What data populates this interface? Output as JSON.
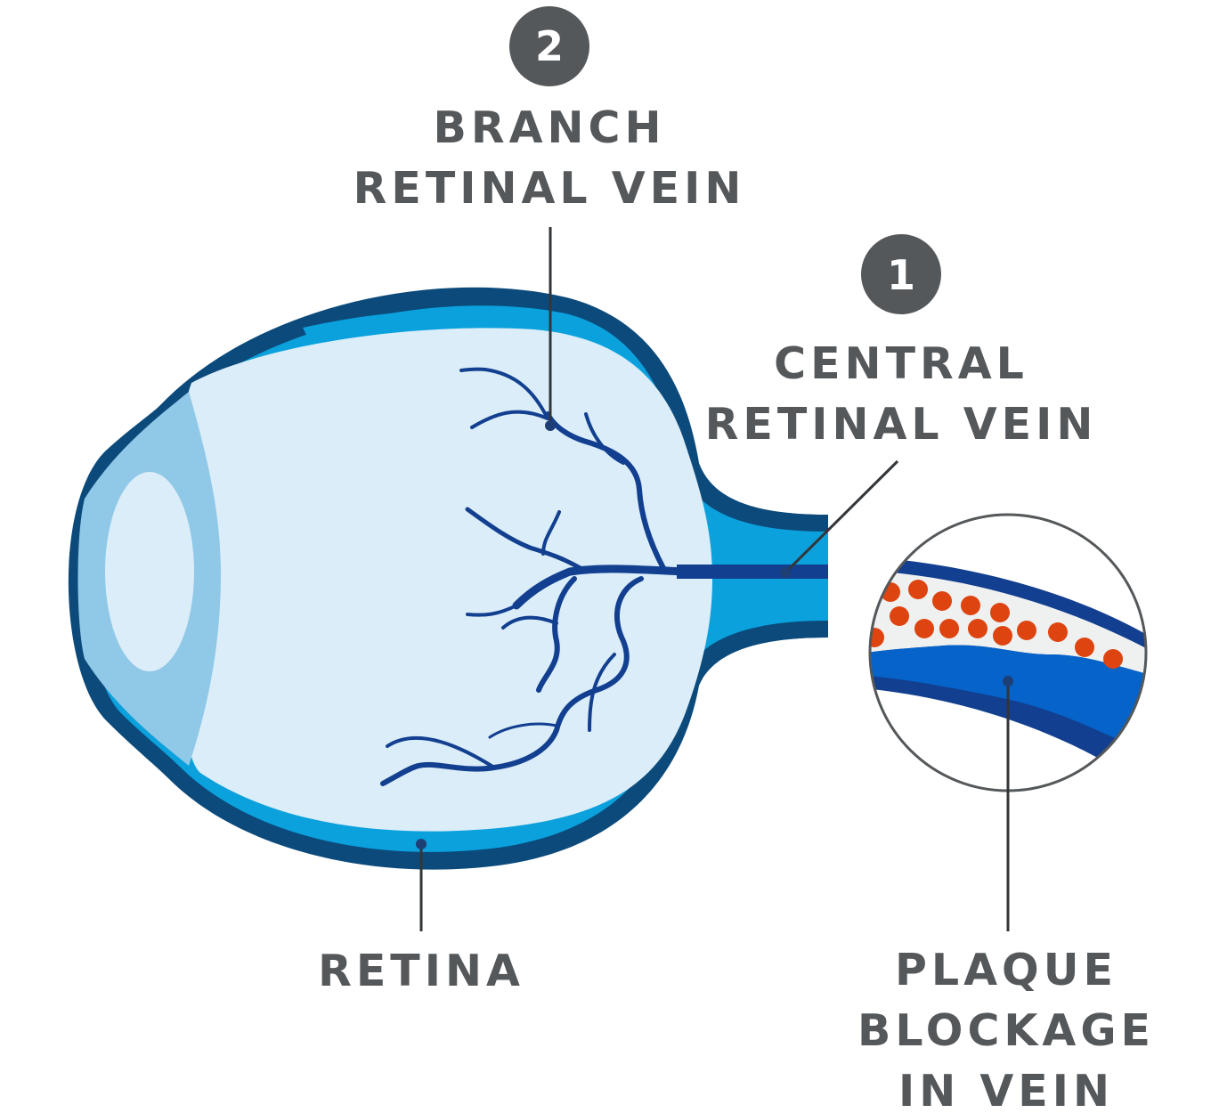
{
  "badges": {
    "central": "1",
    "branch": "2"
  },
  "labels": {
    "branch_line1": "BRANCH",
    "branch_line2": "RETINAL VEIN",
    "central_line1": "CENTRAL",
    "central_line2": "RETINAL VEIN",
    "retina": "RETINA",
    "plaque_line1": "PLAQUE",
    "plaque_line2": "BLOCKAGE",
    "plaque_line3": "IN VEIN"
  },
  "colors": {
    "sclera_outer": "#0b4a7b",
    "retina_layer": "#0ba1dd",
    "vitreous": "#daedf8",
    "cornea": "#90c8e7",
    "vein": "#123f8f",
    "blood_flow": "#0563c9",
    "plaque_cells": "#dd4410",
    "label_text": "#55585a",
    "badge_fill": "#55585a"
  }
}
